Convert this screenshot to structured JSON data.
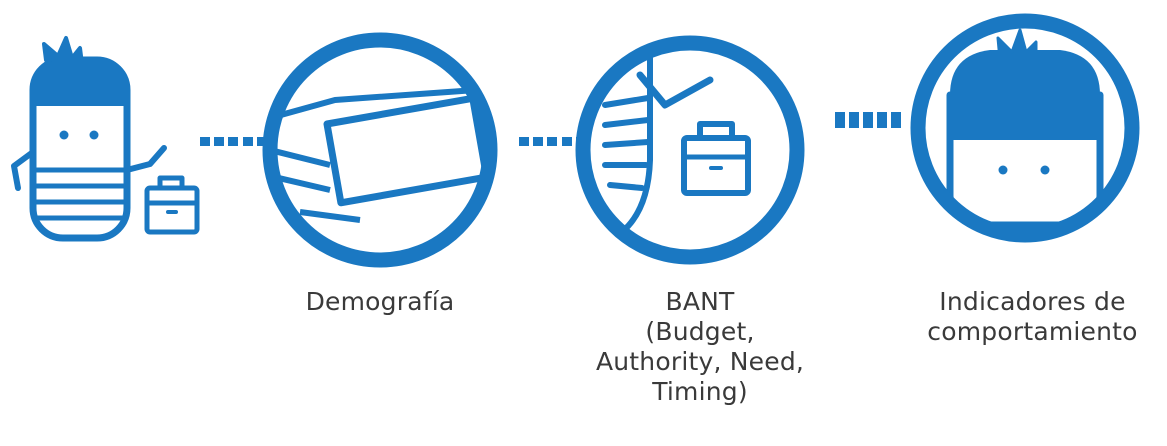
{
  "colors": {
    "primary": "#1a78c2",
    "text": "#3a3a3a",
    "background": "#ffffff"
  },
  "stages": [
    {
      "icon": "person-with-briefcase-icon",
      "label": []
    },
    {
      "icon": "id-card-icon",
      "label": [
        "Demografía"
      ]
    },
    {
      "icon": "checkmark-briefcase-icon",
      "label": [
        "BANT",
        "(Budget,",
        "Authority, Need,",
        "Timing)"
      ]
    },
    {
      "icon": "person-face-icon",
      "label": [
        "Indicadores de",
        "comportamiento"
      ]
    }
  ]
}
